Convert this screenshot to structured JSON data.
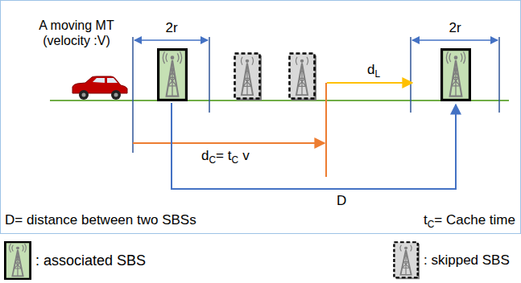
{
  "diagram": {
    "labels": [
      "A moving MT (velocity :V)",
      "2r",
      "2r",
      "d",
      "L",
      "d",
      "C",
      "= t",
      "C",
      "v",
      "D",
      "D= distance between two SBSs",
      "t",
      "C",
      "= Cache time"
    ],
    "legend": [
      {
        "text": ": associated SBS"
      },
      {
        "text": ": skipped SBS"
      }
    ]
  }
}
